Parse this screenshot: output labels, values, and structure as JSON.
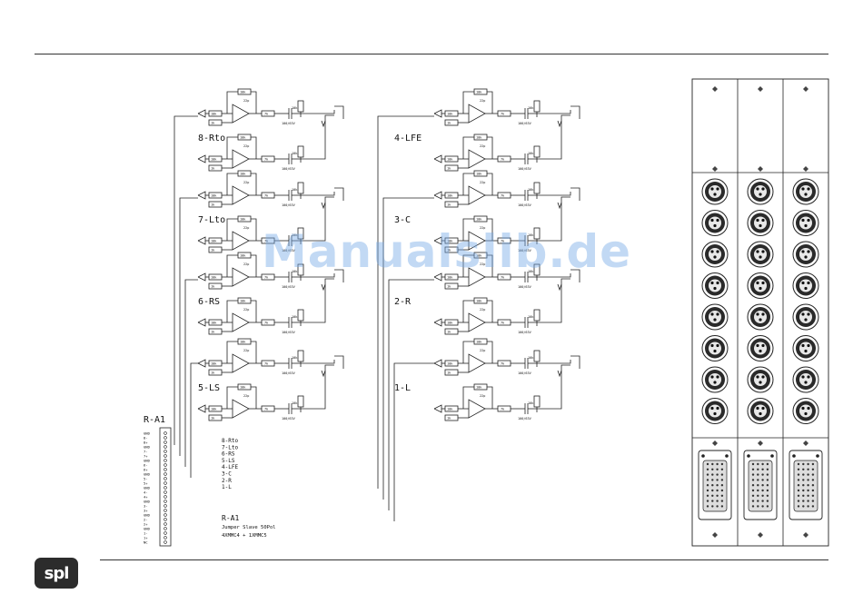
{
  "watermark": "Manualslib.de",
  "logo": "spl",
  "channel_pairs": [
    {
      "label": "8-Rto"
    },
    {
      "label": "7-Lto"
    },
    {
      "label": "6-RS"
    },
    {
      "label": "5-LS"
    },
    {
      "label": "4-LFE"
    },
    {
      "label": "3-C"
    },
    {
      "label": "2-R"
    },
    {
      "label": "1-L"
    }
  ],
  "connector": {
    "title": "R-A1",
    "pins": [
      "GND",
      "8-",
      "8+",
      "GND",
      "7-",
      "7+",
      "GND",
      "6-",
      "6+",
      "GND",
      "5-",
      "5+",
      "GND",
      "4-",
      "4+",
      "GND",
      "3-",
      "3+",
      "GND",
      "2-",
      "2+",
      "GND",
      "1-",
      "1+",
      "NC"
    ]
  },
  "legend": [
    "8-Rto",
    "7-Lto",
    "6-RS",
    "5-LS",
    "4-LFE",
    "3-C",
    "2-R",
    "1-L"
  ],
  "note": {
    "title": "R-A1",
    "line1": "Jumper Slave 50Pol",
    "line2": "4XMMC4 + 1XMMC5"
  },
  "components": {
    "r_feedback": "10k",
    "cap_small": "22p",
    "r_in": "10k",
    "r_bal": "1k",
    "r_out": "7k",
    "r_load": "10k",
    "cap_out": "100/63V"
  },
  "panel": {
    "columns": 3,
    "xlr_rows": 8
  }
}
